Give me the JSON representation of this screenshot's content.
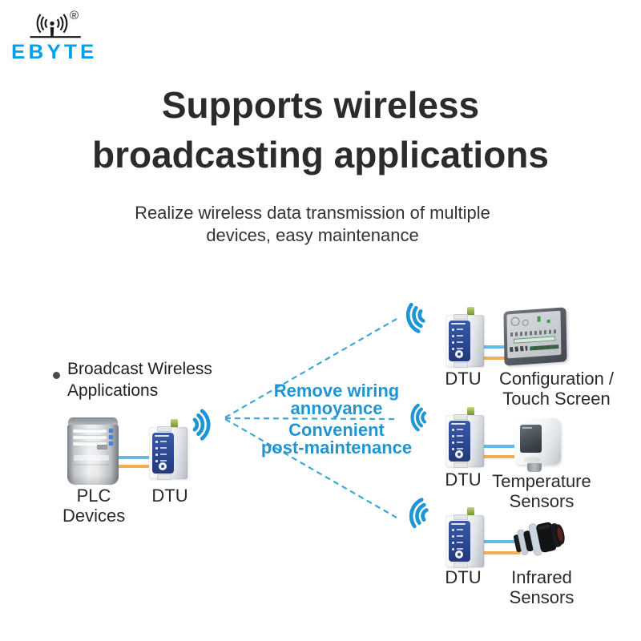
{
  "logo": {
    "brand": "EBYTE",
    "registered": "®"
  },
  "title": {
    "line1": "Supports wireless",
    "line2": "broadcasting applications"
  },
  "subtitle": {
    "line1": "Realize wireless data transmission of multiple",
    "line2": "devices, easy maintenance"
  },
  "diagram": {
    "bullet_label": {
      "line1": "Broadcast Wireless",
      "line2": "Applications"
    },
    "center_note_top": {
      "line1": "Remove wiring",
      "line2": "annoyance"
    },
    "center_note_bottom": {
      "line1": "Convenient",
      "line2": "post-maintenance"
    },
    "source": {
      "device_label_line1": "PLC",
      "device_label_line2": "Devices",
      "dtu_label": "DTU"
    },
    "targets": [
      {
        "dtu_label": "DTU",
        "label_line1": "Configuration /",
        "label_line2": "Touch Screen"
      },
      {
        "dtu_label": "DTU",
        "label_line1": "Temperature",
        "label_line2": "Sensors"
      },
      {
        "dtu_label": "DTU",
        "label_line1": "Infrared",
        "label_line2": "Sensors"
      }
    ]
  },
  "colors": {
    "logo_blue": "#00a0e9",
    "accent_blue": "#1e96d3",
    "dashed_blue": "#3ea6da",
    "wire_blue": "#66bae8",
    "wire_orange": "#f6ae55",
    "title_color": "#2b2b2b"
  }
}
